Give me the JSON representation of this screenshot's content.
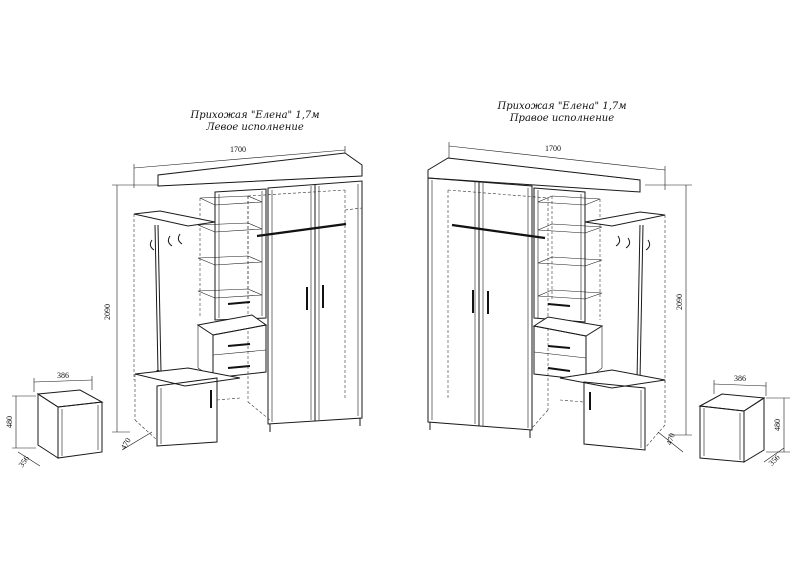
{
  "left": {
    "title": "Прихожая \"Елена\" 1,7м",
    "subtitle": "Левое исполнение",
    "width_label": "1700",
    "height_label": "2090",
    "depth_label": "470"
  },
  "right": {
    "title": "Прихожая \"Елена\" 1,7м",
    "subtitle": "Правое исполнение",
    "width_label": "1700",
    "height_label": "2090",
    "depth_label": "470"
  },
  "stool_left": {
    "width_label": "386",
    "height_label": "480",
    "depth_label": "356"
  },
  "stool_right": {
    "width_label": "386",
    "height_label": "480",
    "depth_label": "356"
  }
}
